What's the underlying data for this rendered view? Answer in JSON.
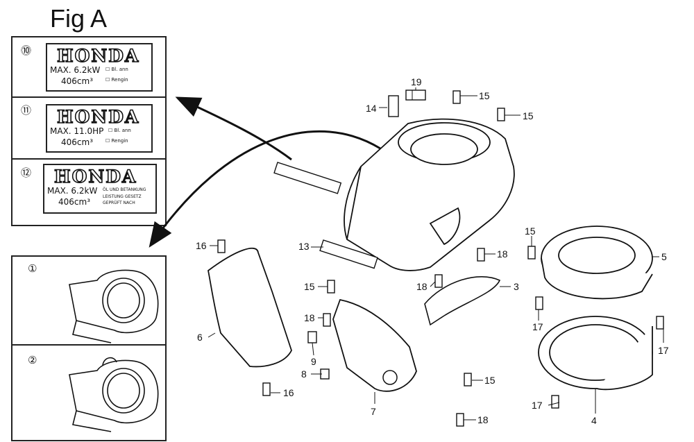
{
  "figure": {
    "title": "Fig A"
  },
  "decals": [
    {
      "num": "10",
      "brand": "HONDA",
      "line1": "MAX. 6.2kW",
      "line1_note": "☐ Bl. ann",
      "line2": "406cm³",
      "line2_note": "☐ Rengin"
    },
    {
      "num": "11",
      "brand": "HONDA",
      "line1": "MAX. 11.0HP",
      "line1_note": "☐ Bl. ann",
      "line2": "406cm³",
      "line2_note": "☐ Rengin"
    },
    {
      "num": "12",
      "brand": "HONDA",
      "line1": "MAX. 6.2kW",
      "line1_note": "ÖL UND BETANKUNG",
      "line2": "406cm³",
      "line2_note": "LEISTUNG GESETZ",
      "line3": "GEPRÜFT NACH"
    }
  ],
  "variants": [
    {
      "num": "1"
    },
    {
      "num": "2"
    }
  ],
  "callouts": {
    "c14": "14",
    "c19": "19",
    "c15a": "15",
    "c15b": "15",
    "c15c": "15",
    "c15d": "15",
    "c15e": "15",
    "c16a": "16",
    "c16b": "16",
    "c13": "13",
    "c18a": "18",
    "c18b": "18",
    "c18c": "18",
    "c18d": "18",
    "c3": "3",
    "c5": "5",
    "c17a": "17",
    "c17b": "17",
    "c17c": "17",
    "c6": "6",
    "c9": "9",
    "c8": "8",
    "c7": "7",
    "c4": "4"
  }
}
